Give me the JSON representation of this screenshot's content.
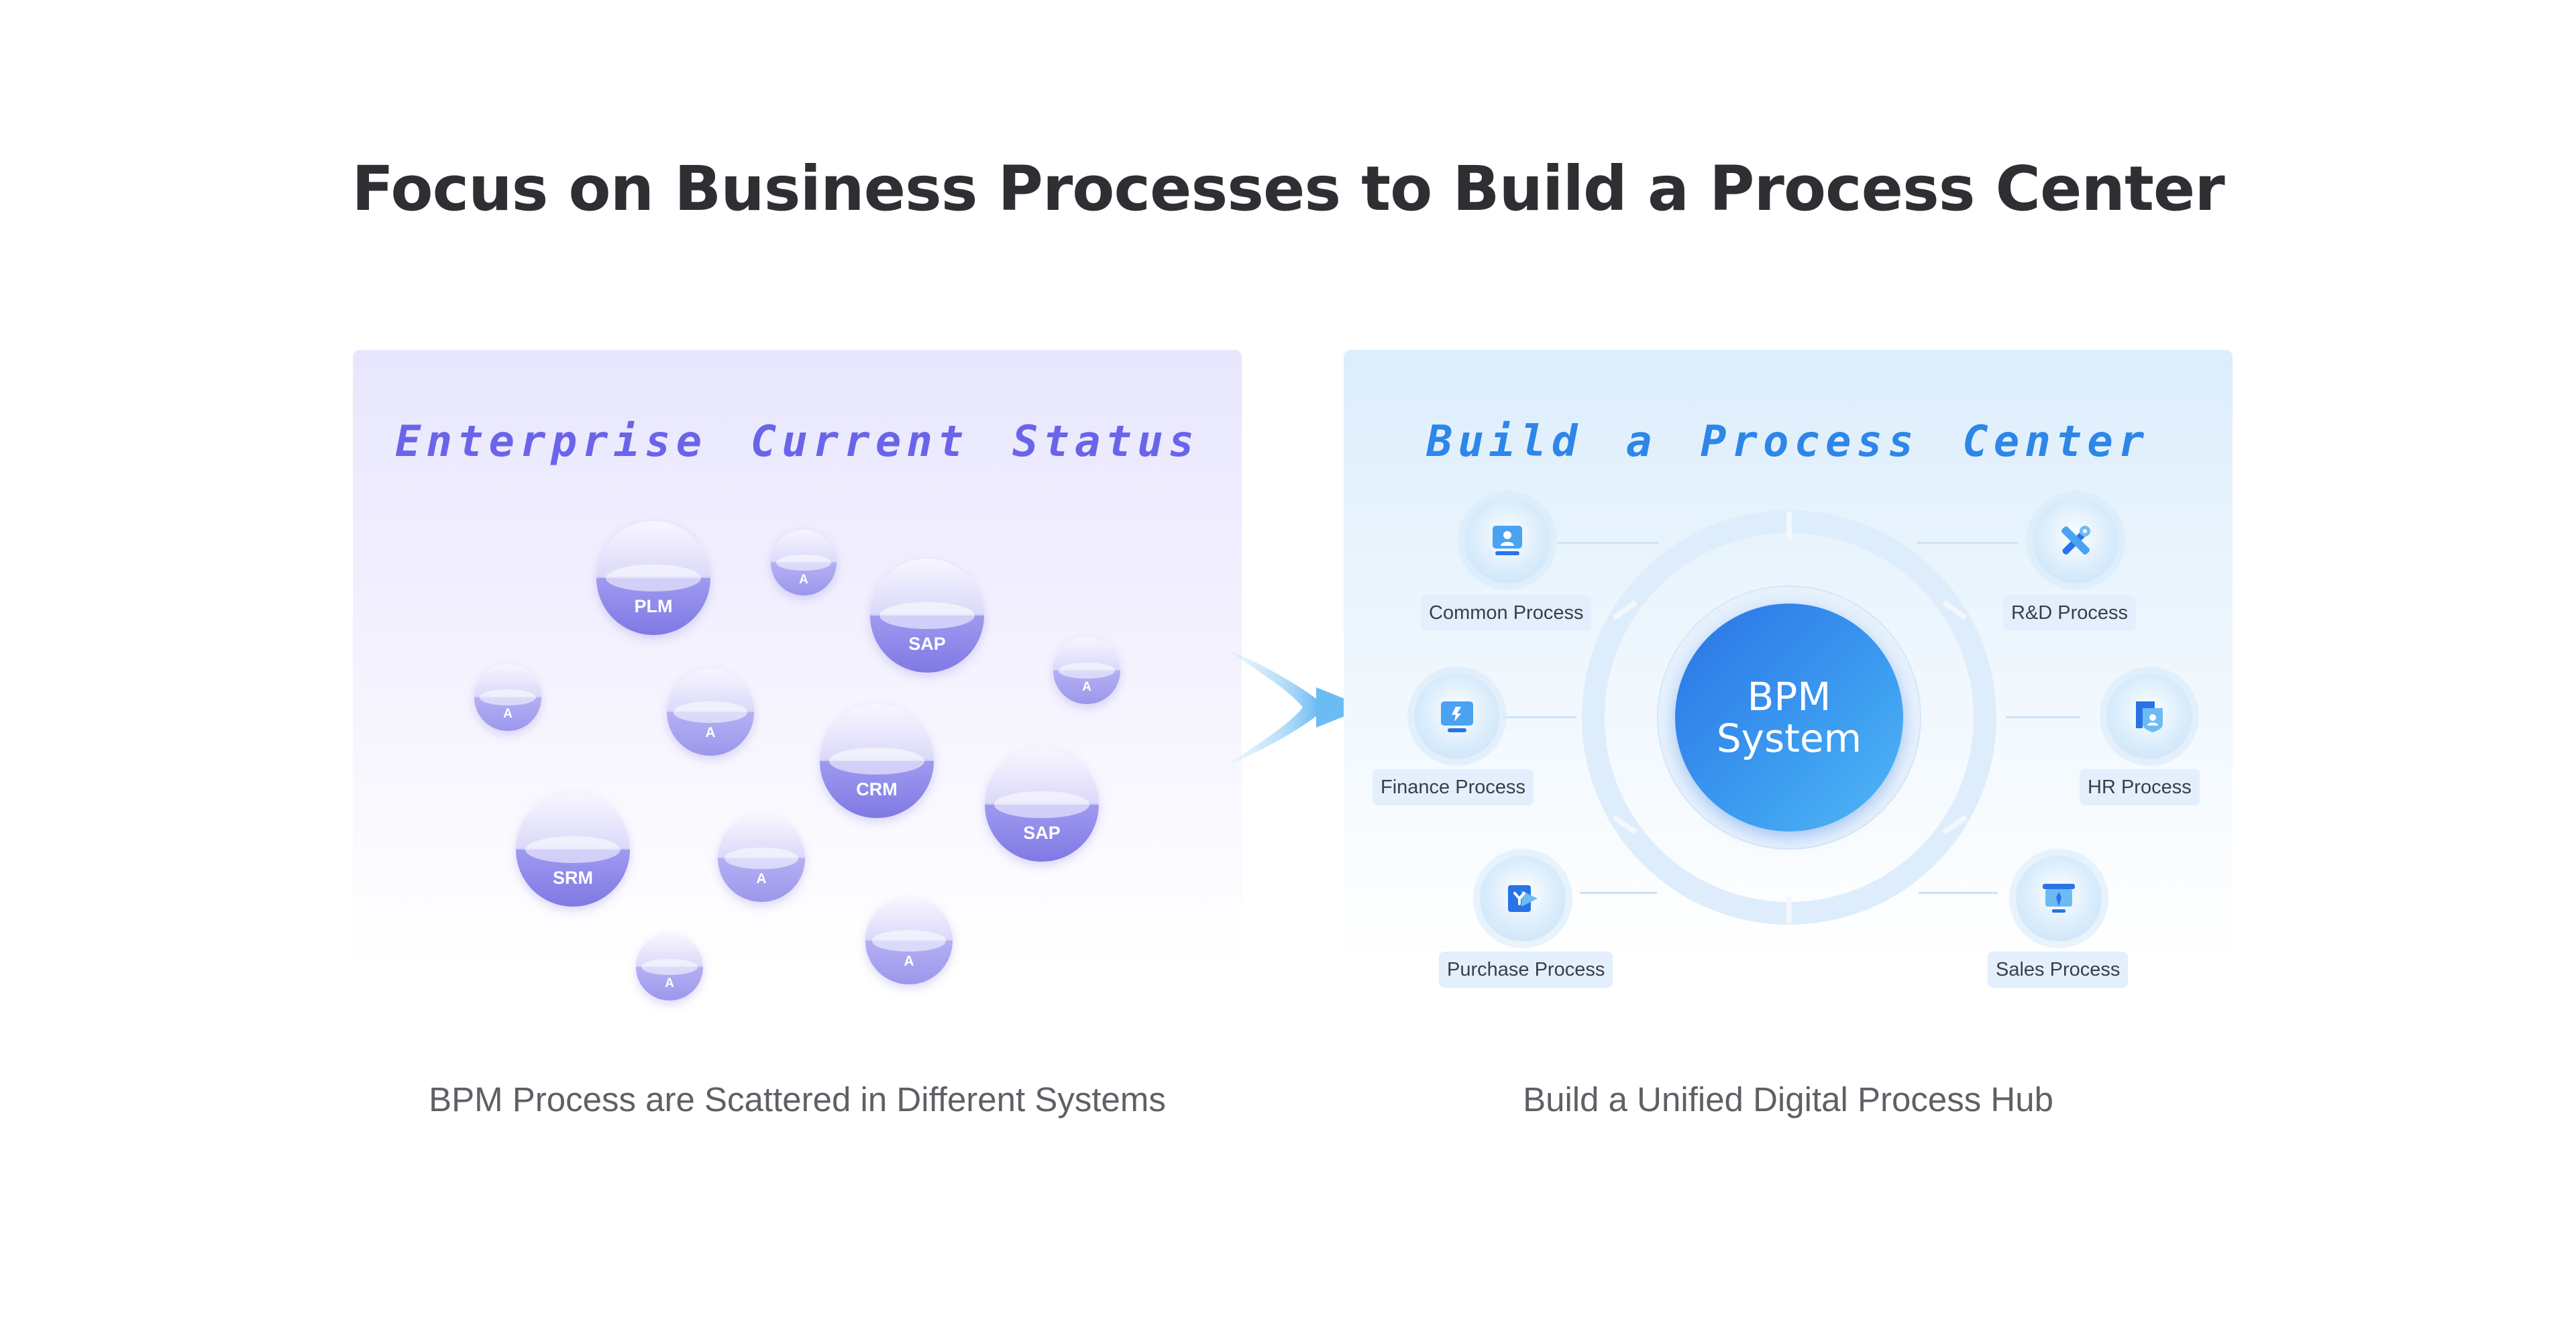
{
  "title": "Focus on Business Processes to Build a Process Center",
  "left_panel": {
    "heading": "Enterprise Current Status",
    "caption": "BPM Process are Scattered in Different Systems",
    "bubbles": [
      "PLM",
      "A",
      "SAP",
      "A",
      "A",
      "A",
      "CRM",
      "SAP",
      "SRM",
      "A",
      "A",
      "A"
    ]
  },
  "right_panel": {
    "heading": "Build a Process Center",
    "caption": "Build a Unified Digital Process Hub",
    "hub": {
      "line1": "BPM",
      "line2": "System"
    },
    "processes": [
      {
        "label": "Common Process",
        "icon": "monitor-user-icon"
      },
      {
        "label": "R&D Process",
        "icon": "wrench-icon"
      },
      {
        "label": "Finance Process",
        "icon": "finance-screen-icon"
      },
      {
        "label": "HR Process",
        "icon": "id-badge-icon"
      },
      {
        "label": "Purchase Process",
        "icon": "purchase-tag-icon"
      },
      {
        "label": "Sales Process",
        "icon": "sales-presentation-icon"
      }
    ]
  },
  "colors": {
    "left_accent": "#6a64ea",
    "right_accent": "#2d86e8",
    "hub_blue": "#2a73e6",
    "bubble_purple": "#7f79e4"
  }
}
